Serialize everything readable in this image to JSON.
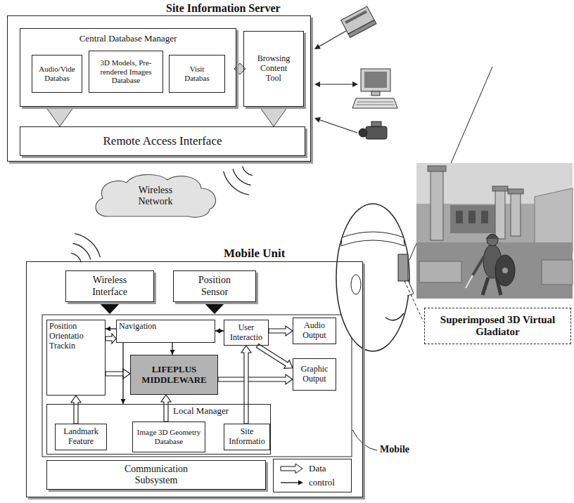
{
  "diagram": {
    "nodes": [
      {
        "text": [
          "Site Information Server"
        ]
      },
      {
        "text": [
          "Central Database Manager"
        ],
        "in": 0
      },
      {
        "text": [
          "Audio/Vide Databas"
        ],
        "in": 1
      },
      {
        "text": [
          "3D Models, Pre-rendered Images Database"
        ],
        "in": 1
      },
      {
        "text": [
          "Visit Databas"
        ],
        "in": 1
      },
      {
        "text": [
          "Browsing Content Tool"
        ],
        "in": 0
      },
      {
        "text": [
          "Remote Access Interface"
        ],
        "in": 0
      },
      {
        "text": [
          "Wireless Network"
        ]
      },
      {
        "text": [
          "Mobile Unit"
        ]
      },
      {
        "text": [
          "Wireless Interface"
        ],
        "in": 8
      },
      {
        "text": [
          "Position Sensor"
        ],
        "in": 8
      },
      {
        "text": [
          "Position Orientatio Trackin"
        ],
        "in": 8
      },
      {
        "text": [
          "Navigation"
        ],
        "in": 8
      },
      {
        "text": [
          "User Interactio"
        ],
        "in": 8
      },
      {
        "text": [
          "Audio Output"
        ],
        "in": 8
      },
      {
        "text": [
          "LIFEPLUS MIDDLEWARE"
        ],
        "in": 8
      },
      {
        "text": [
          "Graphic Output"
        ],
        "in": 8
      },
      {
        "text": [
          "Local Manager"
        ],
        "in": 8
      },
      {
        "text": [
          "Landmark Feature"
        ],
        "in": 17
      },
      {
        "text": [
          "Image 3D Geometry Database"
        ],
        "in": 17
      },
      {
        "text": [
          "Site Informatio"
        ],
        "in": 17
      },
      {
        "text": [
          "Communication Subsystem"
        ],
        "in": 8
      },
      {
        "text": [
          "Superimposed 3D Virtual Gladiator"
        ]
      }
    ],
    "edges": [
      {
        "from": 1,
        "to": 6,
        "arrow": "to"
      },
      {
        "from": 5,
        "to": 6,
        "arrow": "to"
      },
      {
        "from": 12,
        "to": 11,
        "arrow": "to"
      },
      {
        "from": 11,
        "to": 12,
        "arrow": "to"
      },
      {
        "from": 11,
        "to": 15,
        "arrow": "to"
      },
      {
        "from": 12,
        "to": 15,
        "arrow": "to"
      },
      {
        "from": 12,
        "to": 13,
        "arrow": "both"
      },
      {
        "from": 12,
        "to": 17,
        "arrow": "to"
      },
      {
        "from": 13,
        "to": 14,
        "arrow": "to"
      },
      {
        "from": 13,
        "to": 16,
        "arrow": "to"
      },
      {
        "from": 15,
        "to": 16,
        "arrow": "to"
      },
      {
        "from": 18,
        "to": 11,
        "arrow": "to"
      },
      {
        "from": 19,
        "to": 15,
        "arrow": "to"
      },
      {
        "from": 20,
        "to": 13,
        "arrow": "to"
      }
    ],
    "labels": [
      "Mobile"
    ],
    "legend": [
      {
        "text": "Data"
      },
      {
        "text": "control"
      }
    ]
  }
}
